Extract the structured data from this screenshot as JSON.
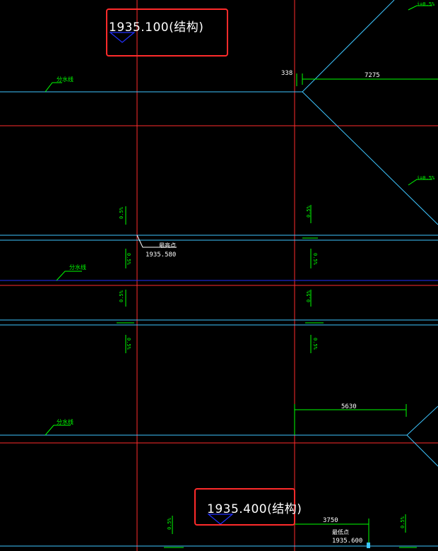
{
  "elevations": {
    "top": "1935.100(结构)",
    "bottom": "1935.400(结构)"
  },
  "dimensions": {
    "d338": "338",
    "d7275": "7275",
    "d5630": "5630",
    "d3750": "3750"
  },
  "labels": {
    "fenshuixian": "分水线",
    "zuidi": "最高点",
    "zuidi_value": "1935.580",
    "bottom_point": "最低点",
    "bottom_point_value": "1935.600"
  },
  "slopes": {
    "s1": "i=0.5%",
    "v": "0.5%"
  },
  "colors": {
    "background": "#000000",
    "grid_red": "#ff2b2b",
    "pipe_cyan": "#3ec6ff",
    "dim_green": "#00ff00",
    "navy": "#2230ff",
    "highlight": "#ff2b2b"
  }
}
